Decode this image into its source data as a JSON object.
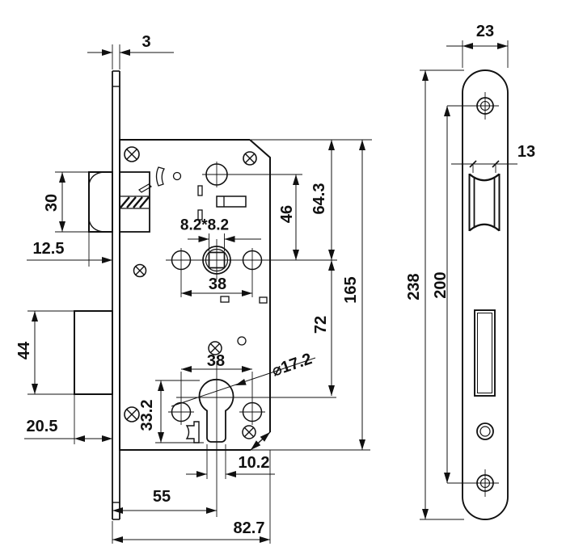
{
  "drawing": {
    "background": "#ffffff",
    "line_color": "#111111",
    "dimensions": {
      "faceplate_thickness": "3",
      "latch_height": "30",
      "latch_projection": "12.5",
      "spindle_square": "8.2*8.2",
      "handle_hole_spacing": "38",
      "hub_to_spindle": "46",
      "top_to_spindle": "64.3",
      "case_height": "165",
      "spindle_to_cylinder": "72",
      "deadbolt_height": "44",
      "cylinder_hole_spacing": "38",
      "cylinder_diameter": "⌀17.2",
      "cylinder_hole_height": "33.2",
      "deadbolt_projection": "20.5",
      "cylinder_hole_width": "10.2",
      "backset": "55",
      "case_depth": "82.7",
      "faceplate_width": "23",
      "latch_width": "13",
      "faceplate_length": "238",
      "screw_hole_spacing": "200"
    }
  }
}
